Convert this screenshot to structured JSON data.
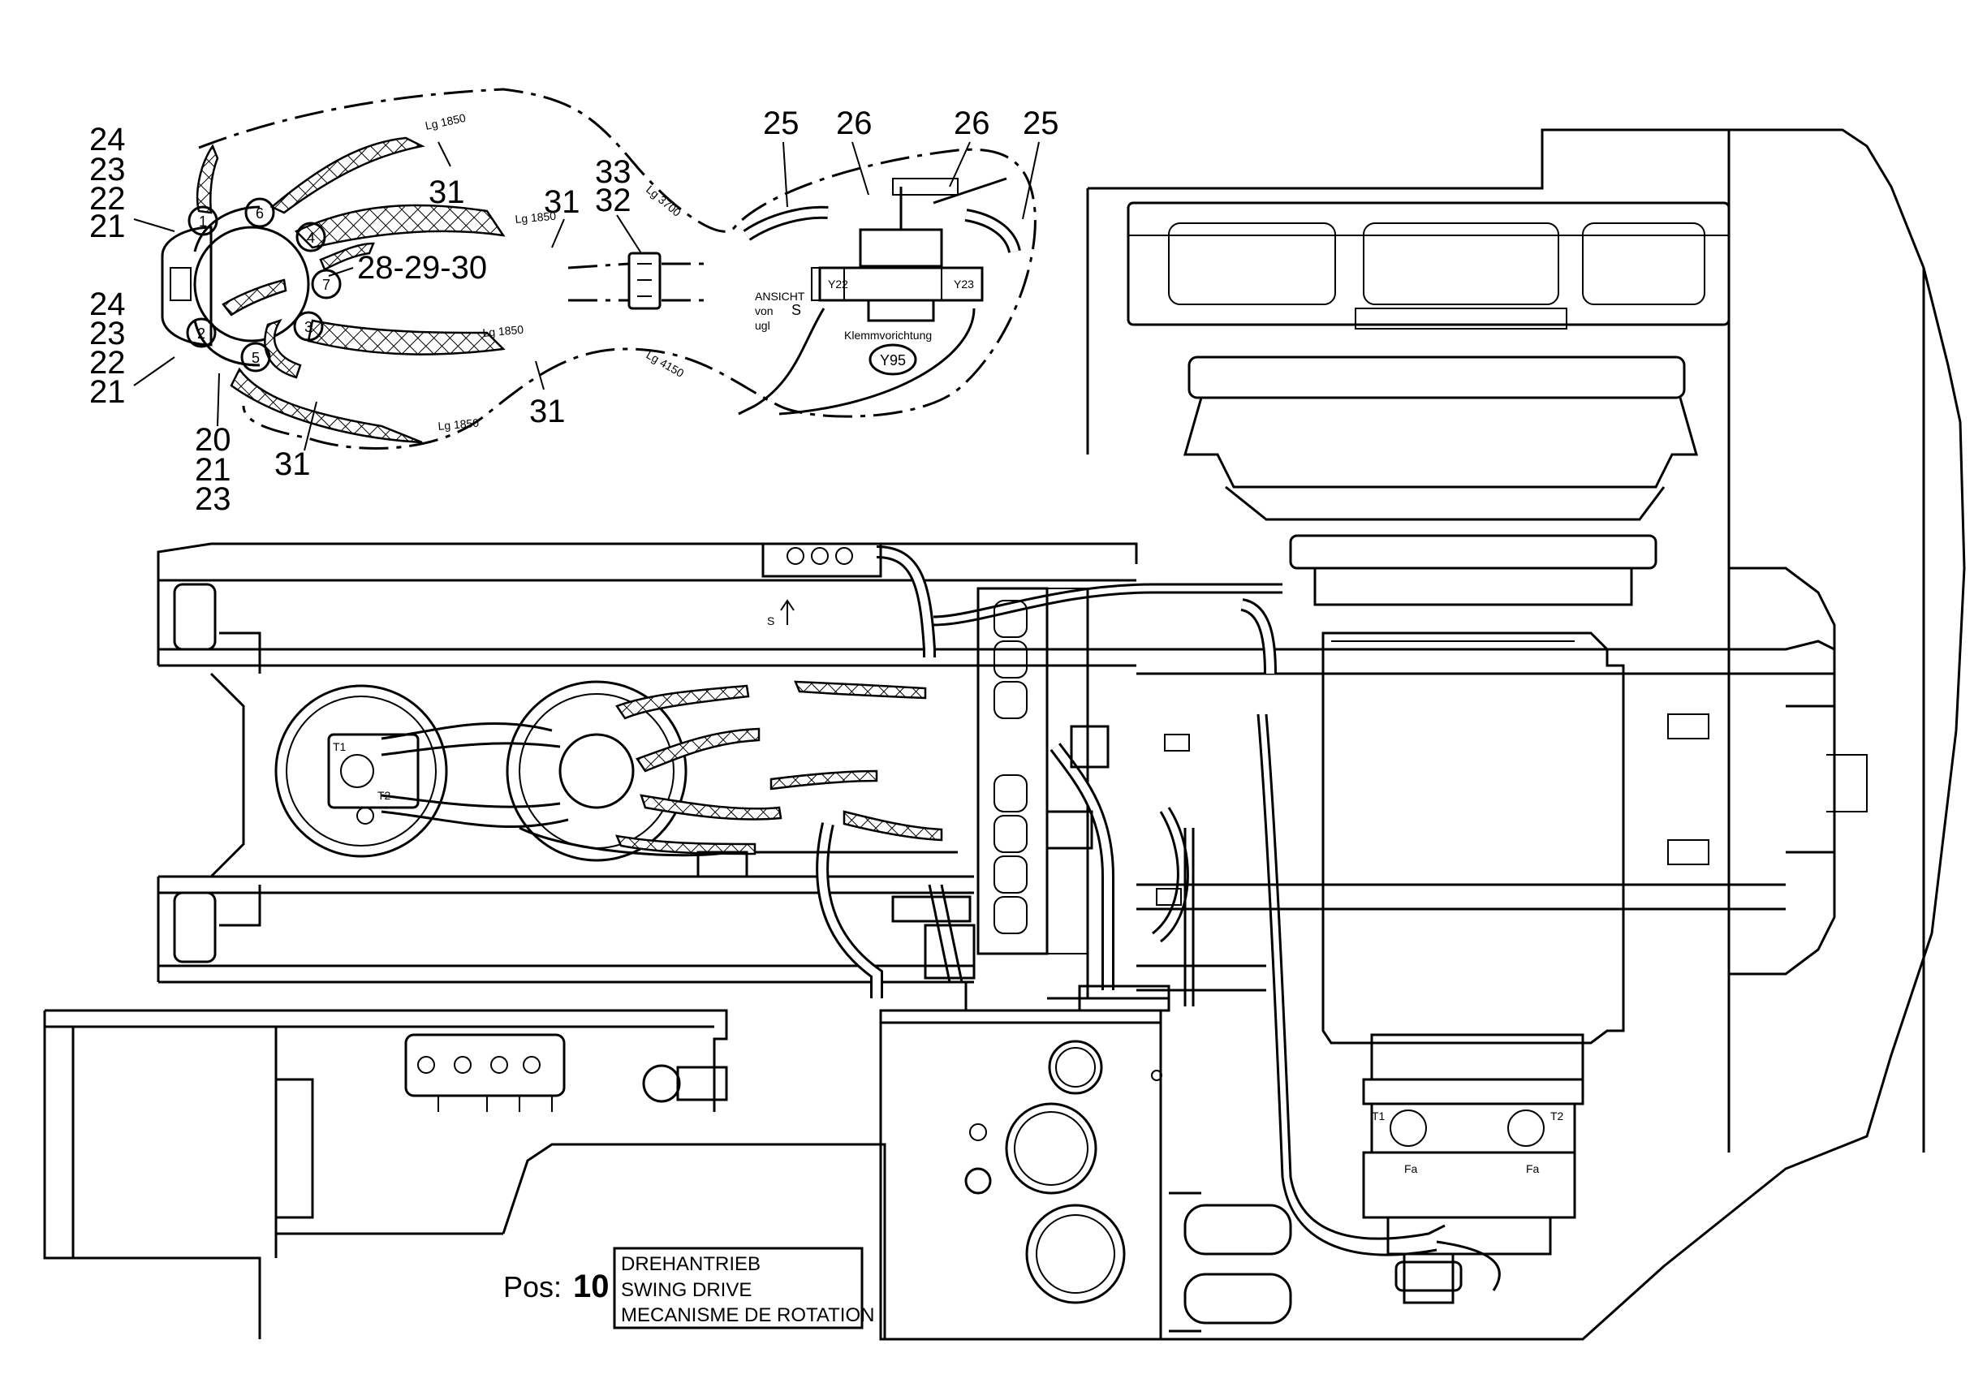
{
  "callouts": {
    "c24a": "24",
    "c23a": "23",
    "c22a": "22",
    "c21a": "21",
    "c24b": "24",
    "c23b": "23",
    "c22b": "22",
    "c21b": "21",
    "c20": "20",
    "c21c": "21",
    "c23c": "23",
    "c31a": "31",
    "c31b": "31",
    "c31c": "31",
    "c31d": "31",
    "c33": "33",
    "c32": "32",
    "c28": "28-29-30",
    "c25a": "25",
    "c26a": "26",
    "c26b": "26",
    "c25b": "25"
  },
  "fitting_numbers": [
    "1",
    "2",
    "3",
    "4",
    "5",
    "6",
    "7"
  ],
  "small_labels": {
    "lg1": "Lg 1850",
    "lg2": "Lg 1850",
    "lg3": "Lg 1850",
    "lg4": "Lg 1850",
    "lg5": "Lg 3700",
    "lg6": "Lg 4150",
    "ansicht1": "ANSICHT",
    "ansicht2": "von",
    "ansicht3": "S",
    "ansicht4": "ugl",
    "klemm": "Klemmvorichtung",
    "y95": "Y95",
    "y22": "Y22",
    "y23": "Y23",
    "s_arrow": "S",
    "t1a": "T1",
    "t2a": "T2",
    "t1b": "T1",
    "t2b": "T2",
    "fa1": "Fa",
    "fa2": "Fa"
  },
  "title_block": {
    "pos_label": "Pos:",
    "pos_number": "10",
    "line_de": "DREHANTRIEB",
    "line_en": "SWING DRIVE",
    "line_fr": "MECANISME DE ROTATION"
  }
}
